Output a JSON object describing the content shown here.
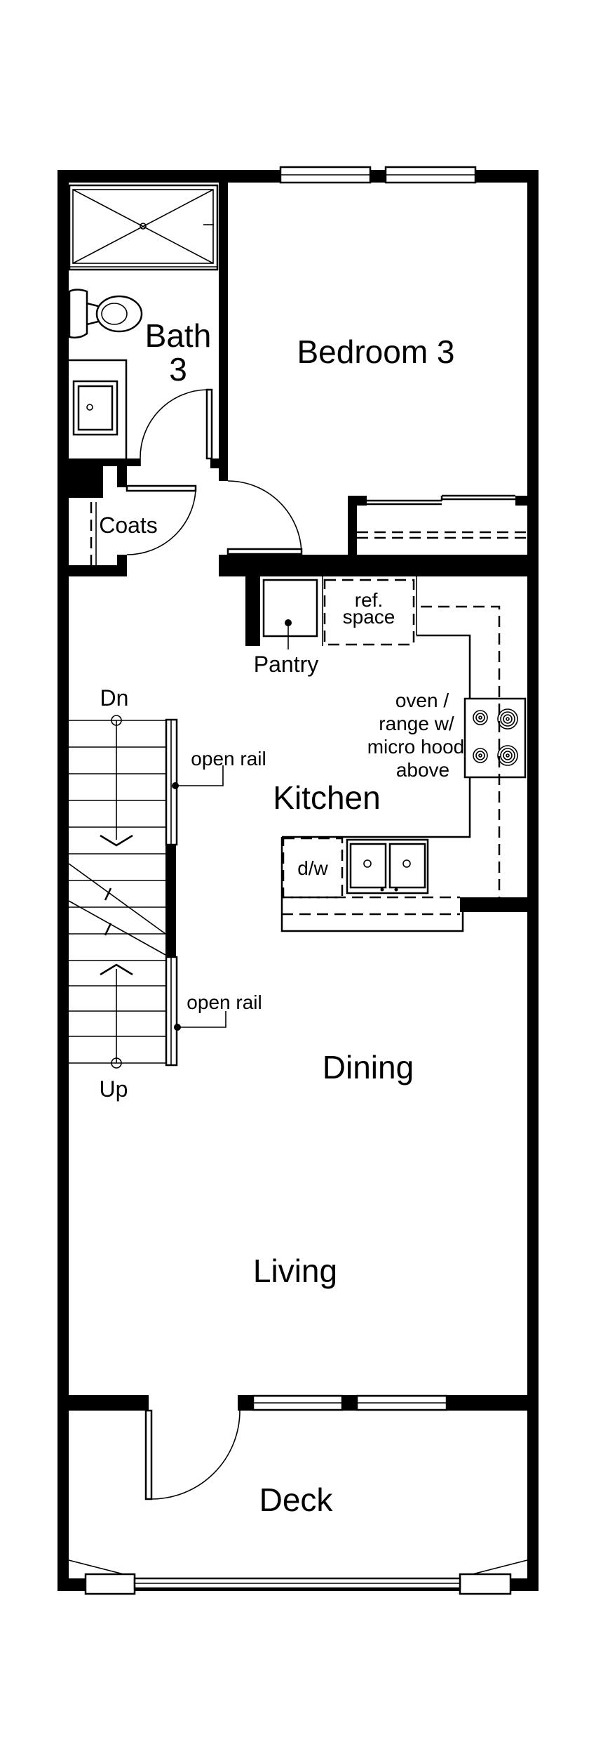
{
  "plan": {
    "rooms": {
      "bath_line1": "Bath",
      "bath_line2": "3",
      "bedroom": "Bedroom 3",
      "coats": "Coats",
      "pantry": "Pantry",
      "kitchen": "Kitchen",
      "dining": "Dining",
      "living": "Living",
      "deck": "Deck"
    },
    "fixtures": {
      "ref_line1": "ref.",
      "ref_line2": "space",
      "dishwasher": "d/w",
      "oven_line1": "oven /",
      "oven_line2": "range w/",
      "oven_line3": "micro hood",
      "oven_line4": "above"
    },
    "stairs": {
      "down": "Dn",
      "up": "Up",
      "rail_top": "open rail",
      "rail_bottom": "open rail"
    },
    "colors": {
      "line": "#000000",
      "background": "#ffffff"
    }
  }
}
